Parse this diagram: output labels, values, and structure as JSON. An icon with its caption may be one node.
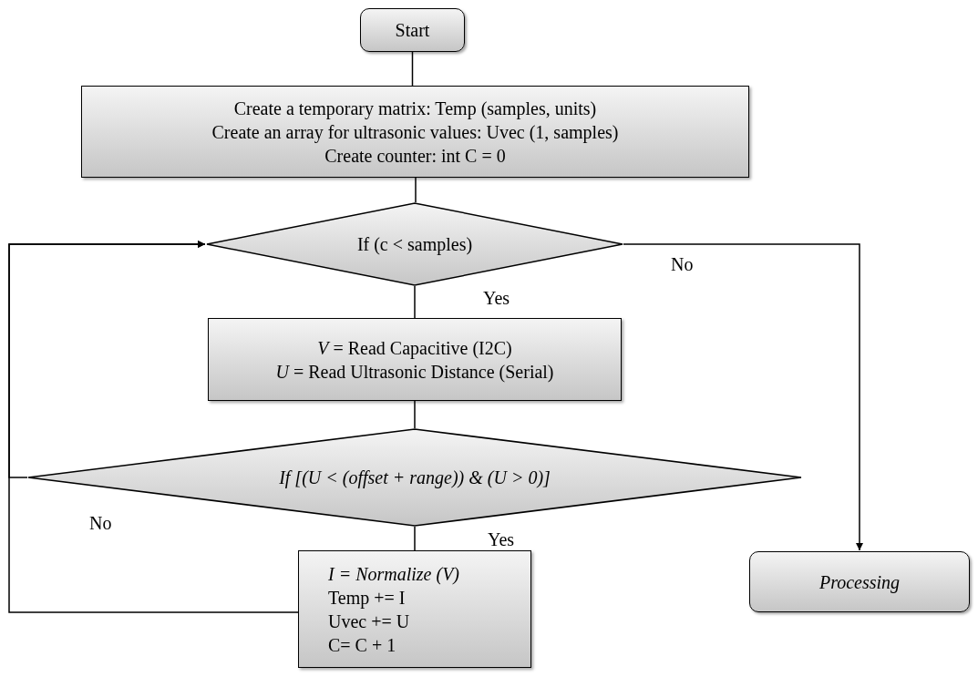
{
  "diagram": {
    "nodes": [
      {
        "text": [
          "Start"
        ]
      },
      {
        "text": [
          "Create a temporary matrix: Temp (samples, units)",
          "Create an array for ultrasonic values: Uvec (1, samples)",
          "Create counter: int C = 0"
        ]
      },
      {
        "text": [
          "If (c < samples)"
        ]
      },
      {
        "text": [
          "*V* = Read Capacitive (I2C)",
          "*U* = Read Ultrasonic Distance (Serial)"
        ]
      },
      {
        "text": [
          "If [(U < (offset + range)) & (U > 0)]"
        ]
      },
      {
        "text": [
          "I = Normalize (V)",
          "Temp += I",
          "Uvec += U",
          "C= C + 1"
        ]
      },
      {
        "text": [
          "Processing"
        ]
      }
    ],
    "edges": [
      {
        "from": 0,
        "to": 1,
        "arrow": "none"
      },
      {
        "from": 1,
        "to": 2,
        "arrow": "none"
      },
      {
        "from": 2,
        "to": 3,
        "arrow": "none",
        "label": "Yes"
      },
      {
        "from": 3,
        "to": 4,
        "arrow": "none"
      },
      {
        "from": 4,
        "to": 5,
        "arrow": "none",
        "label": "Yes"
      },
      {
        "from": 5,
        "to": 2,
        "arrow": "to"
      },
      {
        "from": 4,
        "to": 2,
        "arrow": "to",
        "label": "No"
      },
      {
        "from": 2,
        "to": 6,
        "arrow": "to",
        "label": "No"
      }
    ]
  }
}
